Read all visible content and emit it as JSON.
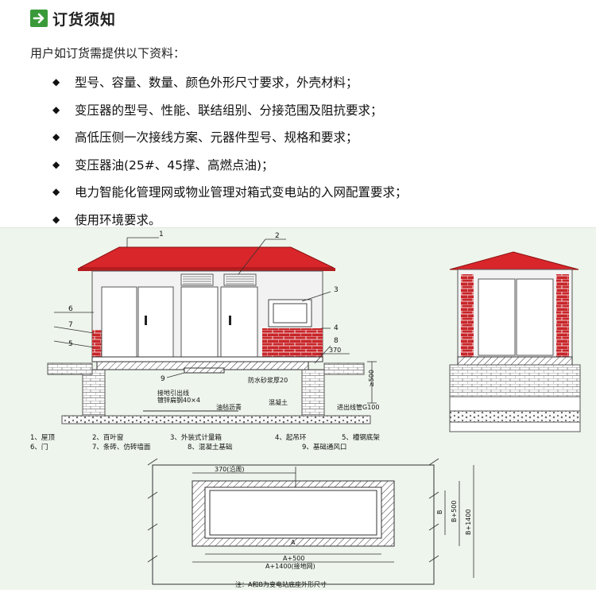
{
  "header": {
    "icon": "arrow-right-icon",
    "title": "订货须知",
    "accent": "#3a9a3a"
  },
  "intro": "用户如订货需提供以下资料：",
  "requirements": [
    "型号、容量、数量、颜色外形尺寸要求，外壳材料；",
    "变压器的型号、性能、联结组别、分接范围及阻抗要求；",
    "高低压侧一次接线方案、元器件型号、规格和要求；",
    "变压器油(25#、45撑、高燃点油)；",
    "电力智能化管理网或物业管理对箱式变电站的入网配置要求；",
    "使用环境要求。"
  ],
  "drawing": {
    "callouts": [
      "1",
      "2",
      "3",
      "4",
      "5",
      "6",
      "7",
      "8",
      "9"
    ],
    "dim_370": "370",
    "dim_500": "≥500",
    "label_mortar": "防水砂浆厚20",
    "label_ground": "接地引出线",
    "label_steel": "镀锌扁钢40×4",
    "label_asphalt": "油毡沥青",
    "label_concrete": "混凝土",
    "label_pipe": "进出线管G100",
    "legend": [
      "1、屋顶",
      "2、百叶窗",
      "3、外装式计量箱",
      "4、起吊环",
      "5、槽钢底架",
      "6、门",
      "7、条砖、仿砖墙面",
      "8、混凝土基础",
      "9、基础通风口"
    ],
    "plan_370": "370(沿周)",
    "plan_A": "A",
    "plan_A500": "A+500",
    "plan_A1400": "A+1400(接地网)",
    "plan_B": "B",
    "plan_B500": "B+500",
    "plan_B1400": "B+1400",
    "plan_note": "注：A和B为变电站底座外形尺寸"
  },
  "colors": {
    "roof": "#d9262a",
    "brick": "#c8262a",
    "wall": "#f2f2f2"
  }
}
